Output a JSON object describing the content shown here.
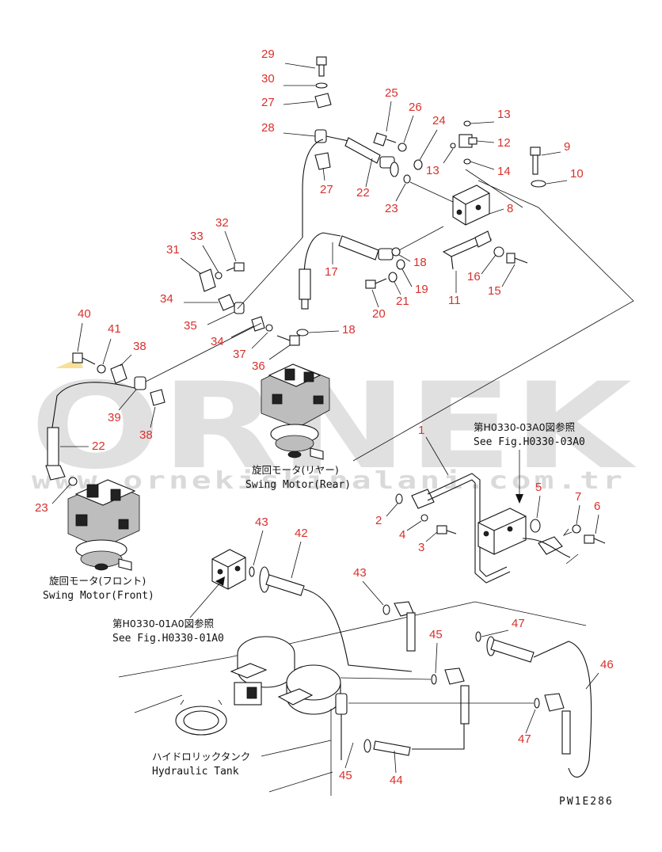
{
  "watermark": {
    "brand": "ORNEK",
    "url": "www.ornekiskinalani.com.tr"
  },
  "drawing_code": "PW1E286",
  "captions": {
    "swing_motor_rear_jp": "旋回モータ(リヤー)",
    "swing_motor_rear_en": "Swing Motor(Rear)",
    "swing_motor_front_jp": "旋回モータ(フロント)",
    "swing_motor_front_en": "Swing Motor(Front)",
    "hydraulic_tank_jp": "ハイドロリックタンク",
    "hydraulic_tank_en": "Hydraulic Tank",
    "ref_03_jp": "第H0330-03A0図参照",
    "ref_03_en": "See Fig.H0330-03A0",
    "ref_01_jp": "第H0330-01A0図参照",
    "ref_01_en": "See Fig.H0330-01A0"
  },
  "callouts": {
    "c29": "29",
    "c30": "30",
    "c27a": "27",
    "c28": "28",
    "c27b": "27",
    "c25": "25",
    "c26": "26",
    "c24": "24",
    "c13a": "13",
    "c12": "12",
    "c13b": "13",
    "c14": "14",
    "c9": "9",
    "c10": "10",
    "c22a": "22",
    "c23a": "23",
    "c8": "8",
    "c32": "32",
    "c33": "33",
    "c31": "31",
    "c17": "17",
    "c18a": "18",
    "c19": "19",
    "c16": "16",
    "c15": "15",
    "c11": "11",
    "c21": "21",
    "c20": "20",
    "c34a": "34",
    "c35": "35",
    "c34b": "34",
    "c37": "37",
    "c36": "36",
    "c18b": "18",
    "c40": "40",
    "c41": "41",
    "c38a": "38",
    "c39": "39",
    "c38b": "38",
    "c22b": "22",
    "c23b": "23",
    "c1": "1",
    "c5": "5",
    "c7": "7",
    "c6": "6",
    "c2": "2",
    "c4": "4",
    "c3": "3",
    "c43a": "43",
    "c42": "42",
    "c43b": "43",
    "c45a": "45",
    "c47a": "47",
    "c46": "46",
    "c47b": "47",
    "c45b": "45",
    "c44": "44"
  }
}
